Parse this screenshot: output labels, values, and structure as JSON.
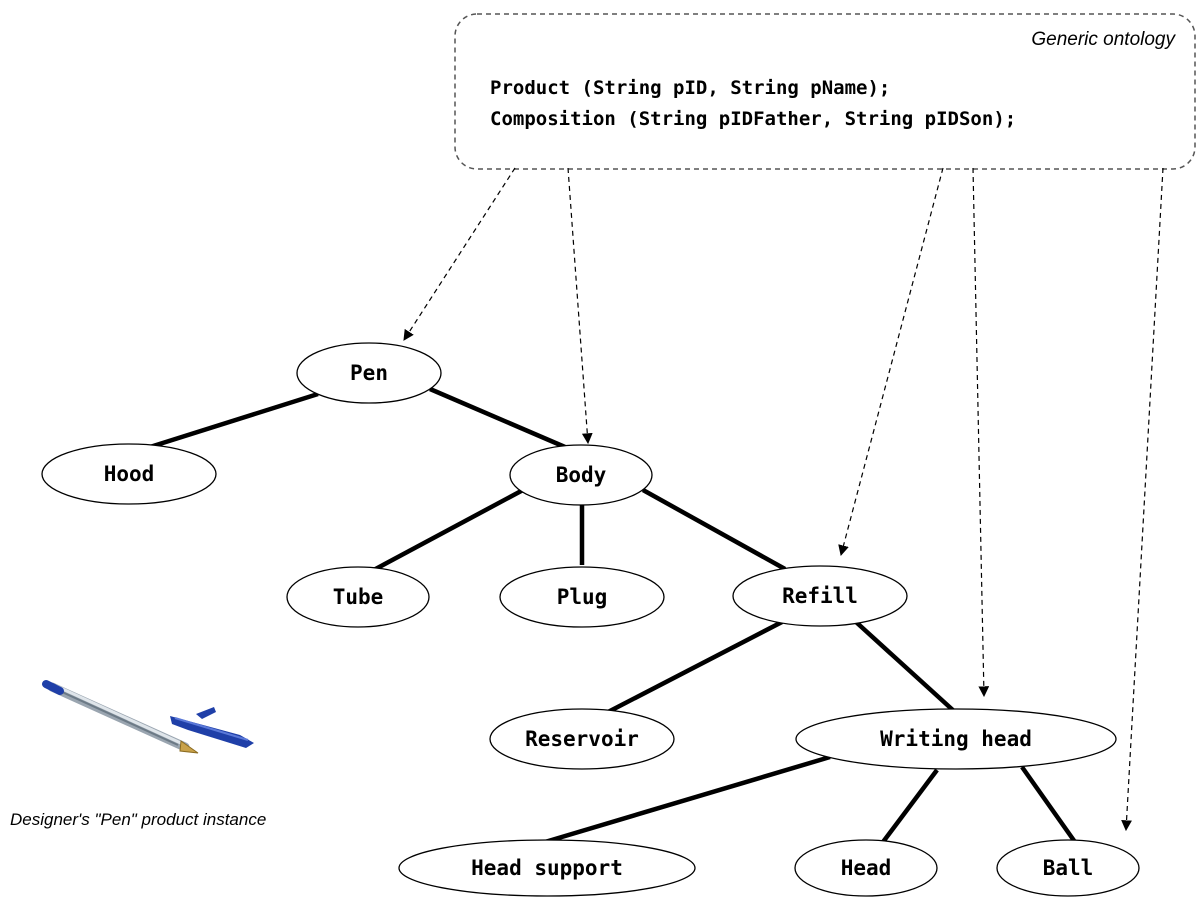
{
  "ontology_box": {
    "title": "Generic ontology",
    "lines": [
      "Product (String pID, String pName);",
      "Composition (String pIDFather, String pIDSon);"
    ]
  },
  "nodes": {
    "pen": "Pen",
    "hood": "Hood",
    "body": "Body",
    "tube": "Tube",
    "plug": "Plug",
    "refill": "Refill",
    "reservoir": "Reservoir",
    "writing_head": "Writing head",
    "head_support": "Head support",
    "head": "Head",
    "ball": "Ball"
  },
  "instance_caption": "Designer's \"Pen\" product instance",
  "colors": {
    "pen_body": "#b9c3cc",
    "pen_cap": "#1f3fa8",
    "pen_tip": "#c9a24a"
  }
}
